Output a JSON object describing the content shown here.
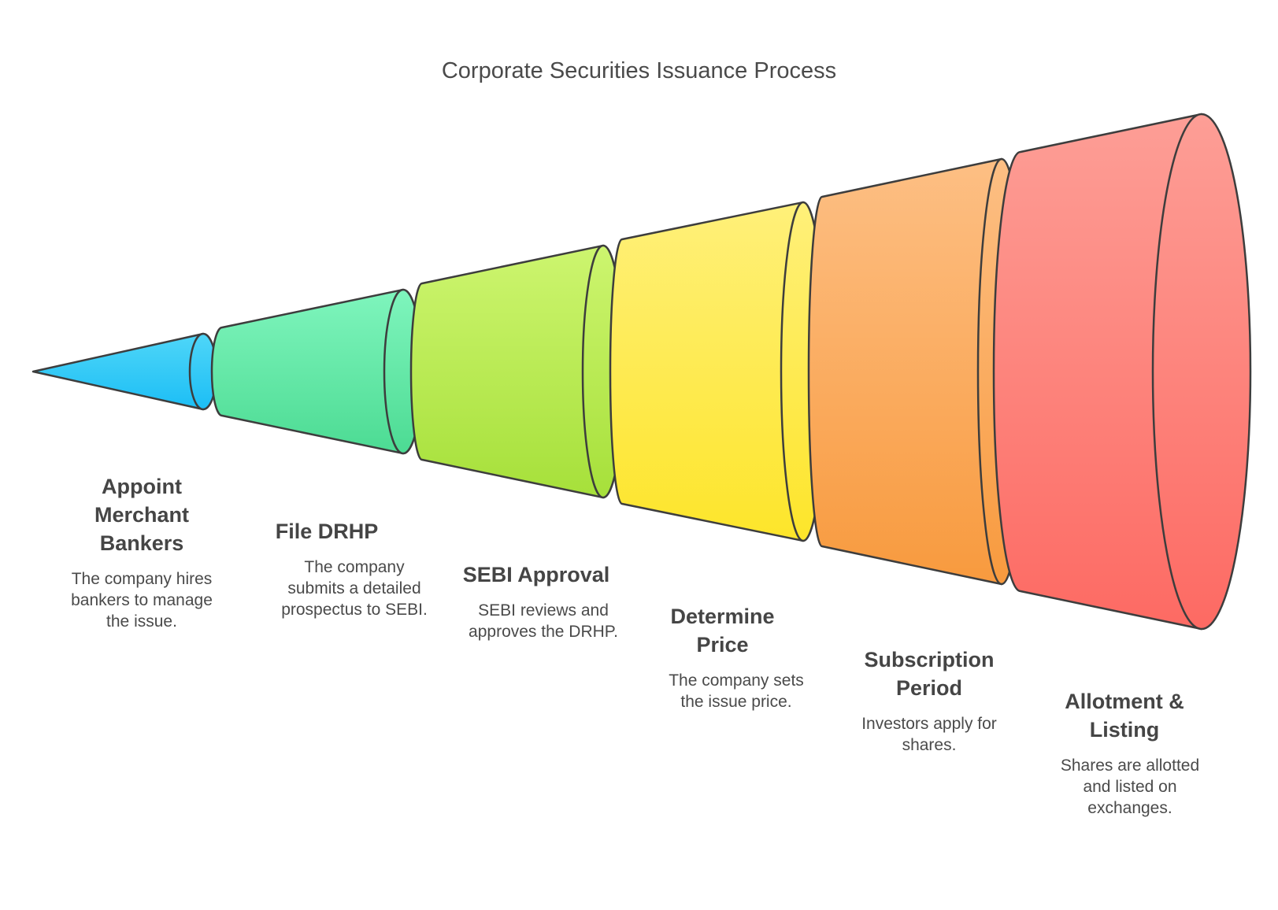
{
  "title": "Corporate Securities Issuance Process",
  "stages": [
    {
      "title": "Appoint\nMerchant\nBankers",
      "desc": "The company hires\nbankers to manage\nthe issue.",
      "color_top": "#4fd6f8",
      "color_bottom": "#1cbef5",
      "icon": "cone-segment"
    },
    {
      "title": "File DRHP",
      "desc": "The company\nsubmits a detailed\nprospectus to SEBI.",
      "color_top": "#7ff5bd",
      "color_bottom": "#4cdb93",
      "icon": "cone-segment"
    },
    {
      "title": "SEBI Approval",
      "desc": "SEBI reviews and\napproves the DRHP.",
      "color_top": "#cdf56f",
      "color_bottom": "#a6e03a",
      "icon": "cone-segment"
    },
    {
      "title": "Determine\nPrice",
      "desc": "The company sets\nthe issue price.",
      "color_top": "#fff07a",
      "color_bottom": "#fde52a",
      "icon": "cone-segment"
    },
    {
      "title": "Subscription\nPeriod",
      "desc": "Investors apply for\nshares.",
      "color_top": "#fdbf84",
      "color_bottom": "#f89a3e",
      "icon": "cone-segment"
    },
    {
      "title": "Allotment &\nListing",
      "desc": "Shares are allotted\nand listed on\nexchanges.",
      "color_top": "#fd9e96",
      "color_bottom": "#fd6a63",
      "icon": "cone-segment"
    }
  ],
  "outline_color": "#3d3d3d"
}
